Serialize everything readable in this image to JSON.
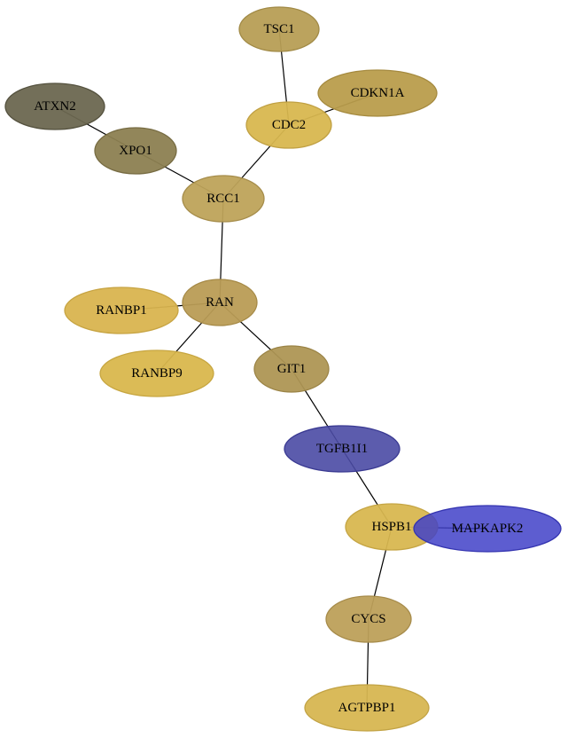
{
  "nodes": [
    {
      "id": "TSC1",
      "label": "TSC1",
      "fill": "#b79e55",
      "stroke": "#a18a46",
      "opacity": 0.95
    },
    {
      "id": "CDKN1A",
      "label": "CDKN1A",
      "fill": "#b99d4c",
      "stroke": "#a58a3f",
      "opacity": 0.95
    },
    {
      "id": "ATXN2",
      "label": "ATXN2",
      "fill": "#6b6750",
      "stroke": "#55523f",
      "opacity": 0.95
    },
    {
      "id": "CDC2",
      "label": "CDC2",
      "fill": "#d8b74f",
      "stroke": "#c0a043",
      "opacity": 0.95
    },
    {
      "id": "XPO1",
      "label": "XPO1",
      "fill": "#8c7f51",
      "stroke": "#776c43",
      "opacity": 0.95
    },
    {
      "id": "RCC1",
      "label": "RCC1",
      "fill": "#bea35a",
      "stroke": "#a68d4b",
      "opacity": 0.95
    },
    {
      "id": "RAN",
      "label": "RAN",
      "fill": "#b99c55",
      "stroke": "#a58946",
      "opacity": 0.95
    },
    {
      "id": "RANBP1",
      "label": "RANBP1",
      "fill": "#d9b44f",
      "stroke": "#c7a443",
      "opacity": 0.95
    },
    {
      "id": "RANBP9",
      "label": "RANBP9",
      "fill": "#d9b74d",
      "stroke": "#c7a641",
      "opacity": 0.95
    },
    {
      "id": "GIT1",
      "label": "GIT1",
      "fill": "#ae9654",
      "stroke": "#9a8345",
      "opacity": 0.95
    },
    {
      "id": "TGFB1I1",
      "label": "TGFB1I1",
      "fill": "#4a4aa4",
      "stroke": "#3a3a92",
      "opacity": 0.9
    },
    {
      "id": "HSPB1",
      "label": "HSPB1",
      "fill": "#d8b750",
      "stroke": "#c5a544",
      "opacity": 0.95
    },
    {
      "id": "MAPKAPK2",
      "label": "MAPKAPK2",
      "fill": "#4141c8",
      "stroke": "#3434b0",
      "opacity": 0.85
    },
    {
      "id": "CYCS",
      "label": "CYCS",
      "fill": "#bda05a",
      "stroke": "#a78c4b",
      "opacity": 0.95
    },
    {
      "id": "AGTPBP1",
      "label": "AGTPBP1",
      "fill": "#d7b651",
      "stroke": "#c2a345",
      "opacity": 0.95
    }
  ],
  "edges": [
    {
      "source": "TSC1",
      "target": "CDC2"
    },
    {
      "source": "CDKN1A",
      "target": "CDC2"
    },
    {
      "source": "CDC2",
      "target": "RCC1"
    },
    {
      "source": "ATXN2",
      "target": "XPO1"
    },
    {
      "source": "XPO1",
      "target": "RCC1"
    },
    {
      "source": "RCC1",
      "target": "RAN"
    },
    {
      "source": "RAN",
      "target": "RANBP1"
    },
    {
      "source": "RAN",
      "target": "RANBP9"
    },
    {
      "source": "RAN",
      "target": "GIT1"
    },
    {
      "source": "GIT1",
      "target": "TGFB1I1"
    },
    {
      "source": "TGFB1I1",
      "target": "HSPB1"
    },
    {
      "source": "HSPB1",
      "target": "MAPKAPK2"
    },
    {
      "source": "HSPB1",
      "target": "CYCS"
    },
    {
      "source": "CYCS",
      "target": "AGTPBP1"
    }
  ]
}
